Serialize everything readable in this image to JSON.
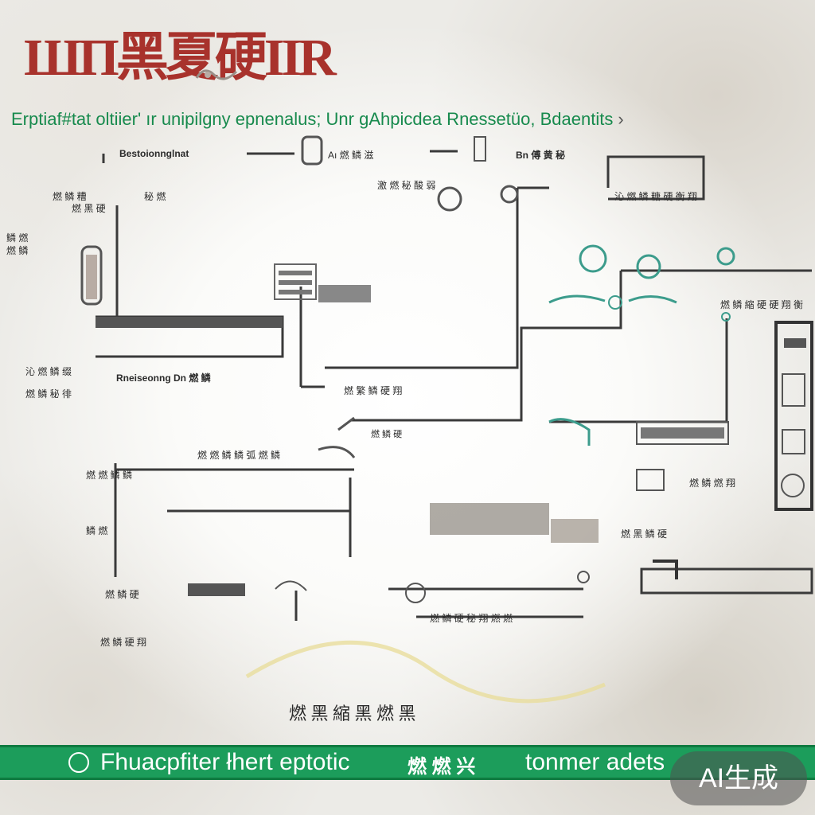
{
  "header": {
    "title": "ШП黑夏硬IIR",
    "subtitle": "Erptiaf#tat oltiier' ır unipilgny epnenalus; Unr gAhpicdea Rnessetüo, Bdaentits",
    "subtitle_arrow": "›"
  },
  "labels": [
    {
      "id": "top-left-header",
      "text": "Bestoionnglnat"
    },
    {
      "id": "top-mid-label",
      "text": "Aı 燃 鳞 滋"
    },
    {
      "id": "top-mid-label-2",
      "text": "激 燃 秘 酸 弱"
    },
    {
      "id": "top-right-label",
      "text": "Bn 傅 黄 秘"
    },
    {
      "id": "right-box-label",
      "text": "沁 燃 鳞 糖 硬 衡 翔"
    },
    {
      "id": "left-label-1",
      "text": "燃 鳞 糟"
    },
    {
      "id": "left-label-2",
      "text": "燃 黑 硬"
    },
    {
      "id": "left-label-3",
      "text": "秘 燃"
    },
    {
      "id": "far-left-1",
      "text": "鳞 燃"
    },
    {
      "id": "far-left-2",
      "text": "燃 鳞"
    },
    {
      "id": "left-mid-label-1",
      "text": "沁 燃 鳞 缀"
    },
    {
      "id": "left-mid-label-2",
      "text": "燃 鳞 秘 徘"
    },
    {
      "id": "base-caption",
      "text": "Rneiseonng Dn 燃 鳞"
    },
    {
      "id": "center-label",
      "text": "燃 繁 鳞 硬 翔"
    },
    {
      "id": "center-label-2",
      "text": "燃 鳞 硬"
    },
    {
      "id": "mid-left-row",
      "text": "燃 燃 鳞 鳞 弧 燃 鳞"
    },
    {
      "id": "right-row-label",
      "text": "燃 鳞 縮 硬 硬 翔 衡"
    },
    {
      "id": "right-mid-label",
      "text": "燃 鳞 燃 翔"
    },
    {
      "id": "right-low-label",
      "text": "燃 黑 鳞 硬"
    },
    {
      "id": "bottom-left-1",
      "text": "燃 燃 鳞 鳞"
    },
    {
      "id": "bottom-left-2",
      "text": "鳞 燃"
    },
    {
      "id": "bottom-left-3",
      "text": "燃 鳞 硬"
    },
    {
      "id": "bottom-mid-label",
      "text": "燃 鳞 硬 秘 翔 燃 燃"
    },
    {
      "id": "right-bottom-label",
      "text": "燃 鳞 硬 翔"
    }
  ],
  "footer": {
    "caption": "燃 黑 縮 黑 燃 黑",
    "bar_text": "Fhuacpfiter łhert eptotic",
    "bar_cn": "燃 燃 兴",
    "bar_text2": "tonmer adets",
    "watermark": "AI生成"
  },
  "colors": {
    "title": "#a8322c",
    "subtitle": "#178a4d",
    "footer_bar": "#1c9d5b",
    "wire": "#3a3a3a",
    "accent_teal": "#3c9c8c"
  }
}
